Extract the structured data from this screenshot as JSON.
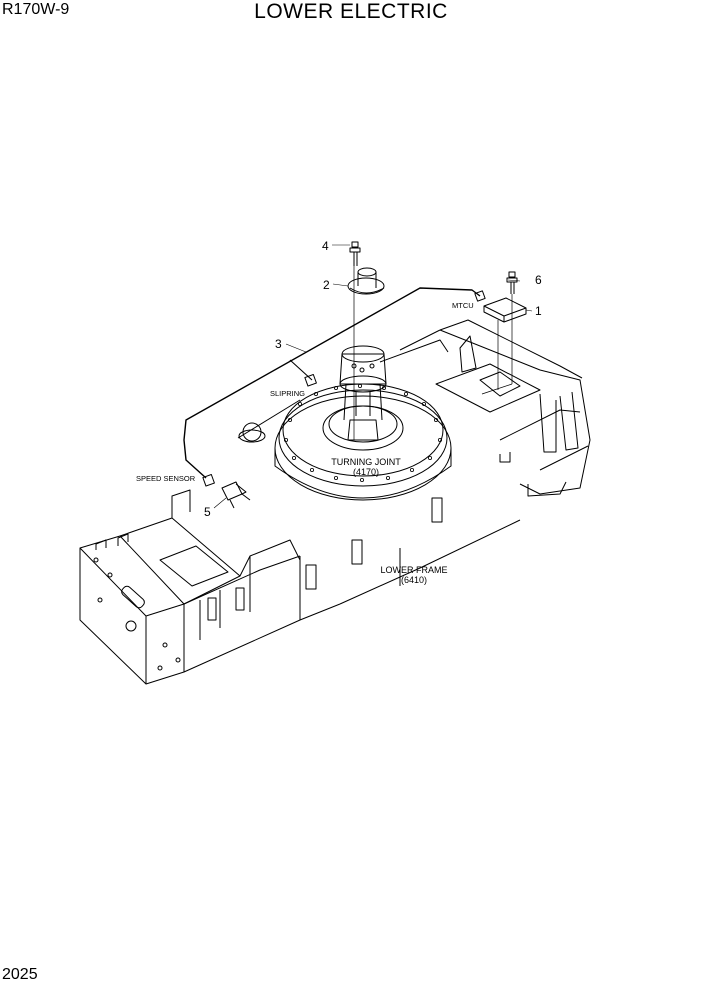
{
  "header": {
    "model": "R170W-9",
    "title": "LOWER ELECTRIC"
  },
  "footer": {
    "page_number": "2025"
  },
  "callouts": {
    "c1": "1",
    "c2": "2",
    "c3": "3",
    "c4": "4",
    "c5": "5",
    "c6": "6"
  },
  "labels": {
    "mtcu": "MTCU",
    "slipring": "SLIPRING",
    "speed_sensor": "SPEED SENSOR",
    "turning_joint": "TURNING JOINT",
    "turning_joint_ref": "(4170)",
    "lower_frame": "LOWER FRAME",
    "lower_frame_ref": "(6410)"
  }
}
